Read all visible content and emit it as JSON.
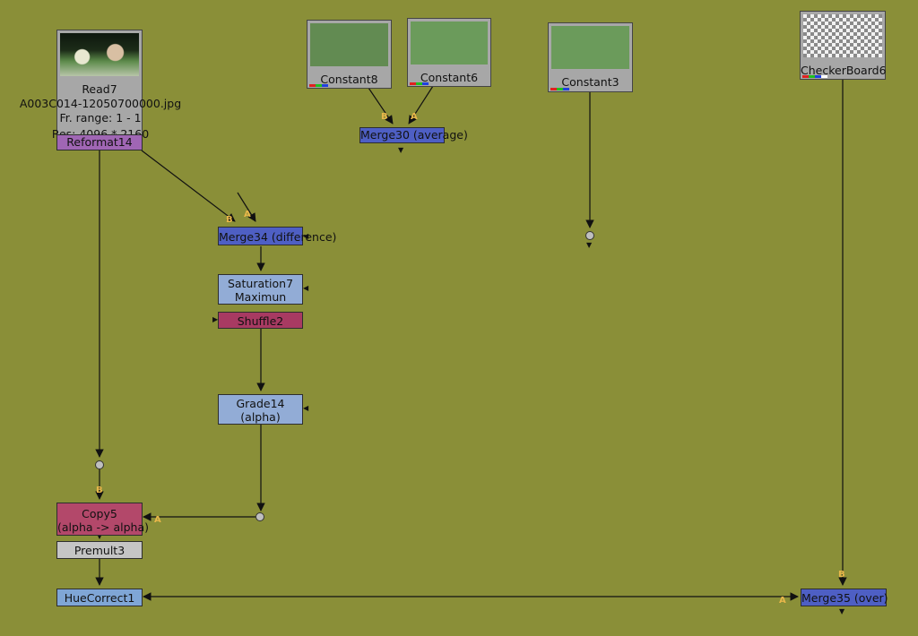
{
  "read_node": {
    "name": "Read7",
    "file": "A003C014-12050700000.jpg",
    "frame_range": "Fr. range: 1 - 1",
    "resolution": "Res: 4096 * 2160"
  },
  "nodes": {
    "reformat": "Reformat14",
    "constant8": "Constant8",
    "constant6": "Constant6",
    "constant3": "Constant3",
    "checkerboard": "CheckerBoard6",
    "merge30": "Merge30 (average)",
    "merge34": "Merge34 (difference)",
    "saturation_line1": "Saturation7",
    "saturation_line2": "Maximun",
    "shuffle": "Shuffle2",
    "grade_line1": "Grade14",
    "grade_line2": "(alpha)",
    "copy_line1": "Copy5",
    "copy_line2": "(alpha -> alpha)",
    "premult": "Premult3",
    "huecorrect": "HueCorrect1",
    "merge35": "Merge35 (over)"
  },
  "input_labels": {
    "a": "A",
    "b": "B"
  },
  "colors": {
    "background": "#8a8f38",
    "merge_node": "#4e5fc4",
    "color_node": "#92acd6",
    "channel_node": "#a83a62",
    "transform_node": "#a066b4",
    "input_label": "#e8b64a",
    "wire": "#111111"
  },
  "channel_chips": [
    "#e02020",
    "#20c020",
    "#2040e0",
    "#ffffff"
  ]
}
